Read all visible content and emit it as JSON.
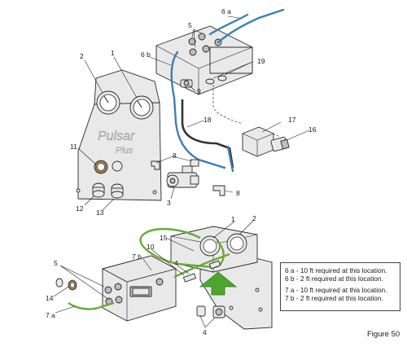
{
  "callouts": {
    "c1_top": "1",
    "c2_top": "2",
    "c3": "3",
    "c5_top": "5",
    "c6a": "6 a",
    "c6b": "6 b",
    "c8_upper": "8",
    "c8_lower": "8",
    "c9": "9",
    "c11": "11",
    "c12": "12",
    "c13": "13",
    "c16": "16",
    "c17": "17",
    "c18": "18",
    "c19": "19",
    "c1_bottom": "1",
    "c2_bottom": "2",
    "c15": "15",
    "c10": "10",
    "c7b": "7 b",
    "c4_upper": "4",
    "c5_bottom": "5",
    "c14": "14",
    "c7a": "7 a",
    "c4_lower": "4"
  },
  "panel": {
    "brand": "Pulsar",
    "brand_sub": "Plus"
  },
  "notes": {
    "line1": "6 a - 10 ft required at this location.",
    "line2": "6 b - 2 ft required at this location.",
    "line3": "7 a - 10 ft required at this location.",
    "line4": "7 b - 2 ft required at this location."
  },
  "figure_label": "Figure 50",
  "colors": {
    "hose_blue": "#3d7fb4",
    "hose_green": "#6aaa3a",
    "arrow_green": "#4fa52e"
  }
}
